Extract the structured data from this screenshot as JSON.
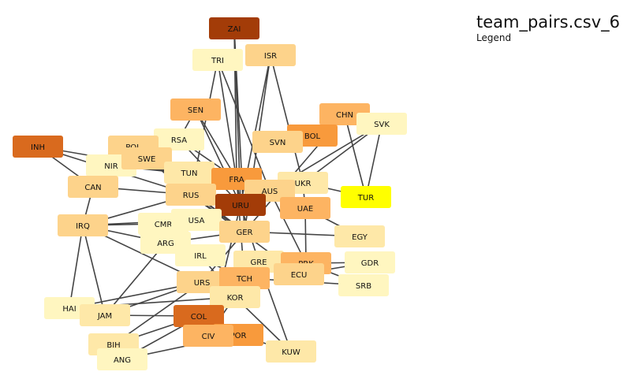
{
  "header": {
    "title": "team_pairs.csv_6",
    "legend": "Legend"
  },
  "palette": {
    "c1": "#fff6c0",
    "c2": "#fee8a8",
    "c3": "#fdd38b",
    "c4": "#fdb462",
    "c5": "#f89a3c",
    "c6": "#d96a1e",
    "c7": "#a33c08",
    "yellow": "#ffff00",
    "edge": "#444444"
  },
  "nodes": [
    {
      "id": "ZAI",
      "shade": "c7"
    },
    {
      "id": "TRI",
      "shade": "c1"
    },
    {
      "id": "ISR",
      "shade": "c3"
    },
    {
      "id": "SEN",
      "shade": "c4"
    },
    {
      "id": "CHN",
      "shade": "c4"
    },
    {
      "id": "SVK",
      "shade": "c1"
    },
    {
      "id": "INH",
      "shade": "c6"
    },
    {
      "id": "RSA",
      "shade": "c1"
    },
    {
      "id": "BOL",
      "shade": "c5"
    },
    {
      "id": "SVN",
      "shade": "c3"
    },
    {
      "id": "POL",
      "shade": "c3"
    },
    {
      "id": "NIR",
      "shade": "c1"
    },
    {
      "id": "SWE",
      "shade": "c3"
    },
    {
      "id": "TUN",
      "shade": "c2"
    },
    {
      "id": "CAN",
      "shade": "c3"
    },
    {
      "id": "FRA",
      "shade": "c5"
    },
    {
      "id": "UKR",
      "shade": "c2"
    },
    {
      "id": "TUR",
      "shade": "yellow"
    },
    {
      "id": "RUS",
      "shade": "c3"
    },
    {
      "id": "AUS",
      "shade": "c3"
    },
    {
      "id": "URU",
      "shade": "c7"
    },
    {
      "id": "UAE",
      "shade": "c4"
    },
    {
      "id": "IRQ",
      "shade": "c3"
    },
    {
      "id": "CMR",
      "shade": "c1"
    },
    {
      "id": "USA",
      "shade": "c1"
    },
    {
      "id": "GER",
      "shade": "c3"
    },
    {
      "id": "EGY",
      "shade": "c2"
    },
    {
      "id": "ARG",
      "shade": "c1"
    },
    {
      "id": "IRL",
      "shade": "c1"
    },
    {
      "id": "GRE",
      "shade": "c2"
    },
    {
      "id": "PRK",
      "shade": "c4"
    },
    {
      "id": "GDR",
      "shade": "c1"
    },
    {
      "id": "URS",
      "shade": "c3"
    },
    {
      "id": "TCH",
      "shade": "c4"
    },
    {
      "id": "SRB",
      "shade": "c1"
    },
    {
      "id": "HAI",
      "shade": "c1"
    },
    {
      "id": "JAM",
      "shade": "c2"
    },
    {
      "id": "KOR",
      "shade": "c2"
    },
    {
      "id": "COL",
      "shade": "c6"
    },
    {
      "id": "BIH",
      "shade": "c2"
    },
    {
      "id": "POR",
      "shade": "c5"
    },
    {
      "id": "KUW",
      "shade": "c2"
    },
    {
      "id": "ANG",
      "shade": "c1"
    },
    {
      "id": "CIV",
      "shade": "c4"
    },
    {
      "id": "ECU",
      "shade": "c3"
    }
  ],
  "edges": [
    [
      "ZAI",
      "URU"
    ],
    [
      "ZAI",
      "FRA"
    ],
    [
      "ZAI",
      "GER"
    ],
    [
      "TRI",
      "RUS"
    ],
    [
      "TRI",
      "URU"
    ],
    [
      "TRI",
      "AUS"
    ],
    [
      "ISR",
      "URU"
    ],
    [
      "ISR",
      "UKR"
    ],
    [
      "ISR",
      "GER"
    ],
    [
      "SEN",
      "URU"
    ],
    [
      "SEN",
      "FRA"
    ],
    [
      "SEN",
      "RSA"
    ],
    [
      "CHN",
      "BOL"
    ],
    [
      "CHN",
      "TUR"
    ],
    [
      "CHN",
      "GER"
    ],
    [
      "SVK",
      "AUS"
    ],
    [
      "SVK",
      "TUR"
    ],
    [
      "SVK",
      "UKR"
    ],
    [
      "INH",
      "RUS"
    ],
    [
      "INH",
      "TUN"
    ],
    [
      "INH",
      "CAN"
    ],
    [
      "RSA",
      "FRA"
    ],
    [
      "RSA",
      "URU"
    ],
    [
      "POL",
      "GER"
    ],
    [
      "POL",
      "RUS"
    ],
    [
      "NIR",
      "FRA"
    ],
    [
      "NIR",
      "CAN"
    ],
    [
      "NIR",
      "TUN"
    ],
    [
      "SWE",
      "RUS"
    ],
    [
      "SWE",
      "GER"
    ],
    [
      "CAN",
      "IRQ"
    ],
    [
      "CAN",
      "RUS"
    ],
    [
      "IRQ",
      "RUS"
    ],
    [
      "IRQ",
      "CMR"
    ],
    [
      "IRQ",
      "USA"
    ],
    [
      "IRQ",
      "URS"
    ],
    [
      "IRQ",
      "ARG"
    ],
    [
      "IRQ",
      "JAM"
    ],
    [
      "IRQ",
      "HAI"
    ],
    [
      "CMR",
      "URU"
    ],
    [
      "USA",
      "GER"
    ],
    [
      "ARG",
      "TCH"
    ],
    [
      "IRL",
      "KOR"
    ],
    [
      "UKR",
      "UAE"
    ],
    [
      "UAE",
      "PRK"
    ],
    [
      "UAE",
      "EGY"
    ],
    [
      "EGY",
      "GER"
    ],
    [
      "GDR",
      "PRK"
    ],
    [
      "GDR",
      "ECU"
    ],
    [
      "SRB",
      "PRK"
    ],
    [
      "SRB",
      "TCH"
    ],
    [
      "HAI",
      "URS"
    ],
    [
      "HAI",
      "KOR"
    ],
    [
      "JAM",
      "COL"
    ],
    [
      "JAM",
      "GRE"
    ],
    [
      "JAM",
      "ARG"
    ],
    [
      "BIH",
      "COL"
    ],
    [
      "BIH",
      "URS"
    ],
    [
      "ANG",
      "POR"
    ],
    [
      "ANG",
      "KOR"
    ],
    [
      "POR",
      "KUW"
    ],
    [
      "KOR",
      "KUW"
    ],
    [
      "COL",
      "TCH"
    ],
    [
      "CIV",
      "GRE"
    ],
    [
      "URS",
      "GER"
    ],
    [
      "TCH",
      "FRA"
    ],
    [
      "GRE",
      "URU"
    ],
    [
      "PRK",
      "AUS"
    ],
    [
      "KUW",
      "GRE"
    ],
    [
      "CIV",
      "URU"
    ],
    [
      "ECU",
      "RUS"
    ],
    [
      "TUR",
      "UKR"
    ],
    [
      "FRA",
      "AUS"
    ],
    [
      "RUS",
      "GER"
    ],
    [
      "USA",
      "URU"
    ],
    [
      "ARG",
      "GER"
    ]
  ]
}
